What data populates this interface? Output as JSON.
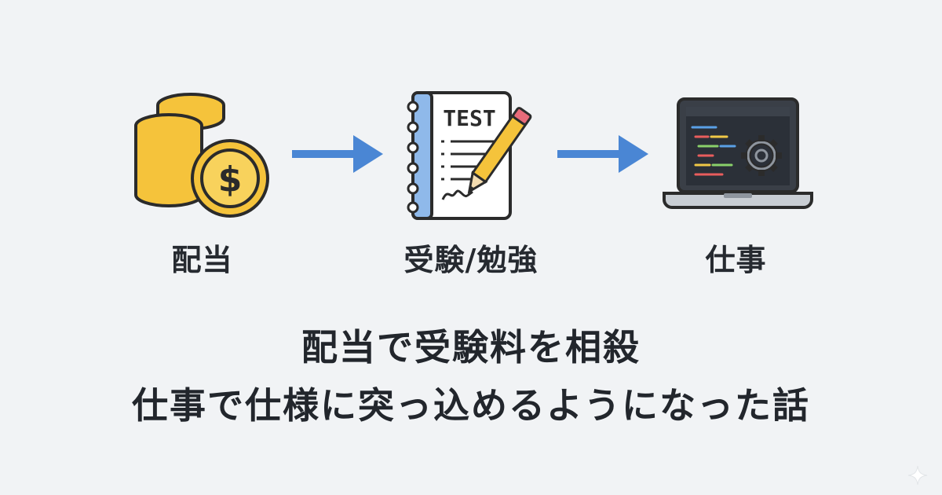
{
  "steps": [
    {
      "label": "配当",
      "icon": "coin-stack-icon"
    },
    {
      "label": "受験/勉強",
      "icon": "test-notebook-icon"
    },
    {
      "label": "仕事",
      "icon": "laptop-code-icon"
    }
  ],
  "notebook_heading": "TEST",
  "coin_symbol": "$",
  "title_lines": [
    "配当で受験料を相殺",
    "仕事で仕様に突っ込めるようになった話"
  ],
  "colors": {
    "background": "#f1f3f5",
    "arrow": "#4a86d4",
    "coin": "#f5c33b",
    "text": "#262a30"
  }
}
